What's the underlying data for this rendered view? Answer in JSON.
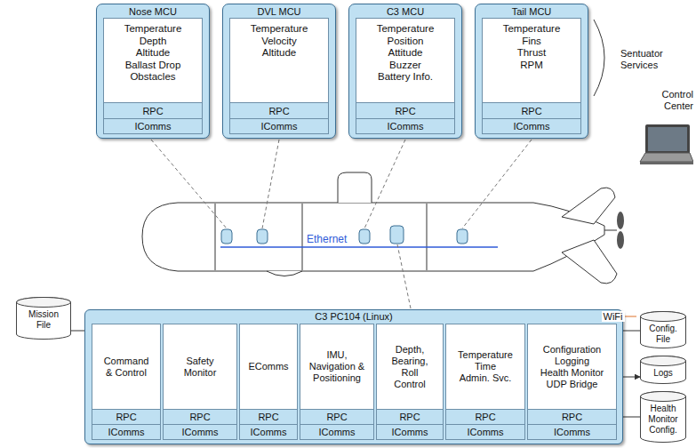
{
  "diagram": {
    "nodes": [
      {
        "text": [
          "Nose MCU"
        ]
      },
      {
        "text": [
          "Temperature",
          "Depth",
          "Altitude",
          "Ballast Drop",
          "Obstacles"
        ],
        "in": 0
      },
      {
        "text": [
          "RPC"
        ],
        "in": 0
      },
      {
        "text": [
          "IComms"
        ],
        "in": 0
      },
      {
        "text": [
          "DVL MCU"
        ]
      },
      {
        "text": [
          "Temperature",
          "Velocity",
          "Altitude"
        ],
        "in": 4
      },
      {
        "text": [
          "RPC"
        ],
        "in": 4
      },
      {
        "text": [
          "IComms"
        ],
        "in": 4
      },
      {
        "text": [
          "C3 MCU"
        ]
      },
      {
        "text": [
          "Temperature",
          "Position",
          "Attitude",
          "Buzzer",
          "Battery Info."
        ],
        "in": 8
      },
      {
        "text": [
          "RPC"
        ],
        "in": 8
      },
      {
        "text": [
          "IComms"
        ],
        "in": 8
      },
      {
        "text": [
          "Tail MCU"
        ]
      },
      {
        "text": [
          "Temperature",
          "Fins",
          "Thrust",
          "RPM"
        ],
        "in": 12
      },
      {
        "text": [
          "RPC"
        ],
        "in": 12
      },
      {
        "text": [
          "IComms"
        ],
        "in": 12
      },
      {
        "text": [
          "Control Center"
        ]
      },
      {
        "text": [
          "Mission File"
        ]
      },
      {
        "text": [
          "C3 PC104 (Linux)"
        ]
      },
      {
        "text": [
          "Command & Control"
        ],
        "in": 18
      },
      {
        "text": [
          "RPC"
        ],
        "in": 19
      },
      {
        "text": [
          "IComms"
        ],
        "in": 19
      },
      {
        "text": [
          "Safety Monitor"
        ],
        "in": 18
      },
      {
        "text": [
          "RPC"
        ],
        "in": 22
      },
      {
        "text": [
          "IComms"
        ],
        "in": 22
      },
      {
        "text": [
          "EComms"
        ],
        "in": 18
      },
      {
        "text": [
          "RPC"
        ],
        "in": 25
      },
      {
        "text": [
          "IComms"
        ],
        "in": 25
      },
      {
        "text": [
          "IMU, Navigation & Positioning"
        ],
        "in": 18
      },
      {
        "text": [
          "RPC"
        ],
        "in": 28
      },
      {
        "text": [
          "IComms"
        ],
        "in": 28
      },
      {
        "text": [
          "Depth, Bearing, Roll Control"
        ],
        "in": 18
      },
      {
        "text": [
          "RPC"
        ],
        "in": 31
      },
      {
        "text": [
          "IComms"
        ],
        "in": 31
      },
      {
        "text": [
          "Temperature",
          "Time",
          "Admin. Svc."
        ],
        "in": 18
      },
      {
        "text": [
          "RPC"
        ],
        "in": 34
      },
      {
        "text": [
          "IComms"
        ],
        "in": 34
      },
      {
        "text": [
          "Configuration",
          "Logging",
          "Health Monitor",
          "UDP Bridge"
        ],
        "in": 18
      },
      {
        "text": [
          "RPC"
        ],
        "in": 37
      },
      {
        "text": [
          "IComms"
        ],
        "in": 37
      },
      {
        "text": [
          "Config. File"
        ]
      },
      {
        "text": [
          "Logs"
        ]
      },
      {
        "text": [
          "Health Monitor Config."
        ]
      }
    ],
    "edges": [
      {
        "from": 18,
        "to": 16,
        "label": "WiFi",
        "arrow": "none"
      },
      {
        "from": 17,
        "to": 19,
        "arrow": "to"
      },
      {
        "from": 40,
        "to": 37,
        "arrow": "to"
      },
      {
        "from": 37,
        "to": 41,
        "arrow": "to"
      },
      {
        "from": 42,
        "to": 37,
        "arrow": "to"
      }
    ],
    "labels": [
      "Sentuator Services",
      "Ethernet"
    ]
  }
}
